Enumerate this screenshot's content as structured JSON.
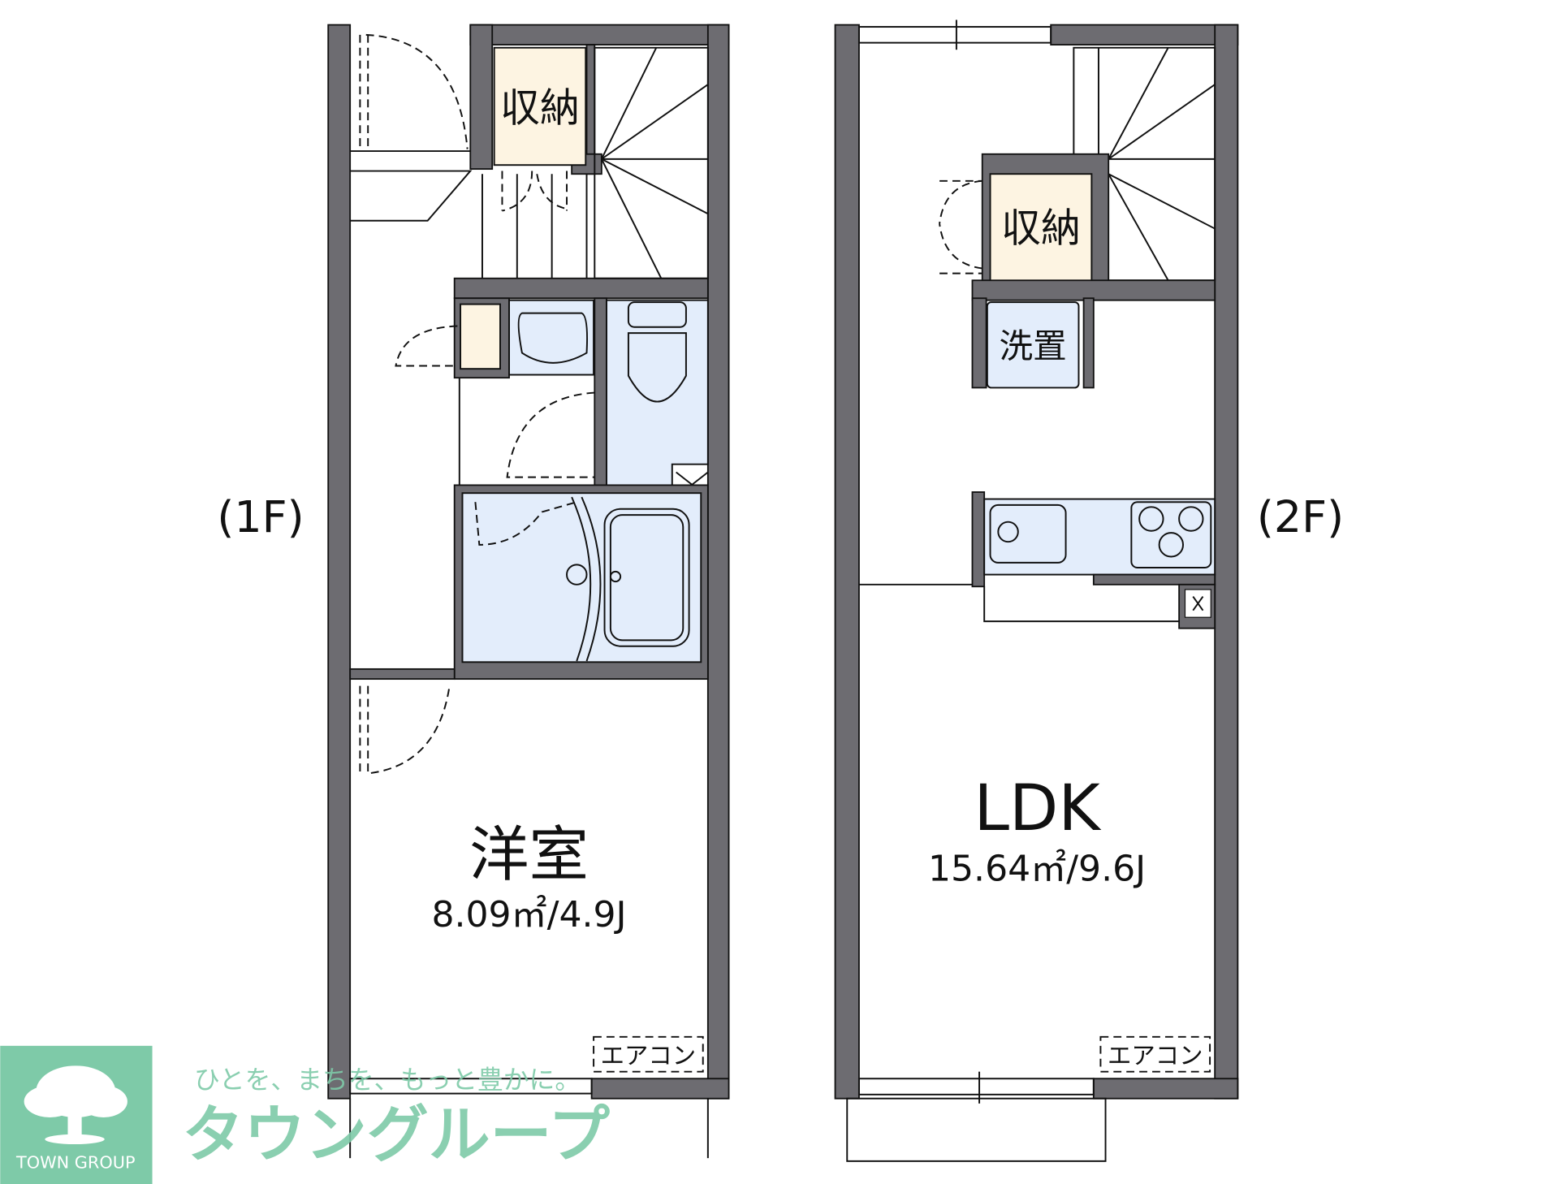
{
  "floors": [
    {
      "label": "(1F)",
      "room_name": "洋室",
      "room_area": "8.09㎡/4.9J",
      "storage": "収納",
      "aircon": "エアコン"
    },
    {
      "label": "(2F)",
      "room_name": "LDK",
      "room_area": "15.64㎡/9.6J",
      "storage": "収納",
      "laundry": "洗置",
      "aircon": "エアコン"
    }
  ],
  "logo": {
    "brand_en": "TOWN GROUP",
    "brand_ja": "タウングループ",
    "tagline": "ひとを、まちを、もっと豊かに。",
    "color": "#7ecaa8",
    "icon": "tree-icon"
  },
  "colors": {
    "wall": "#6d6c71",
    "wet_area": "#e3edfb",
    "storage": "#fdf4e2"
  }
}
